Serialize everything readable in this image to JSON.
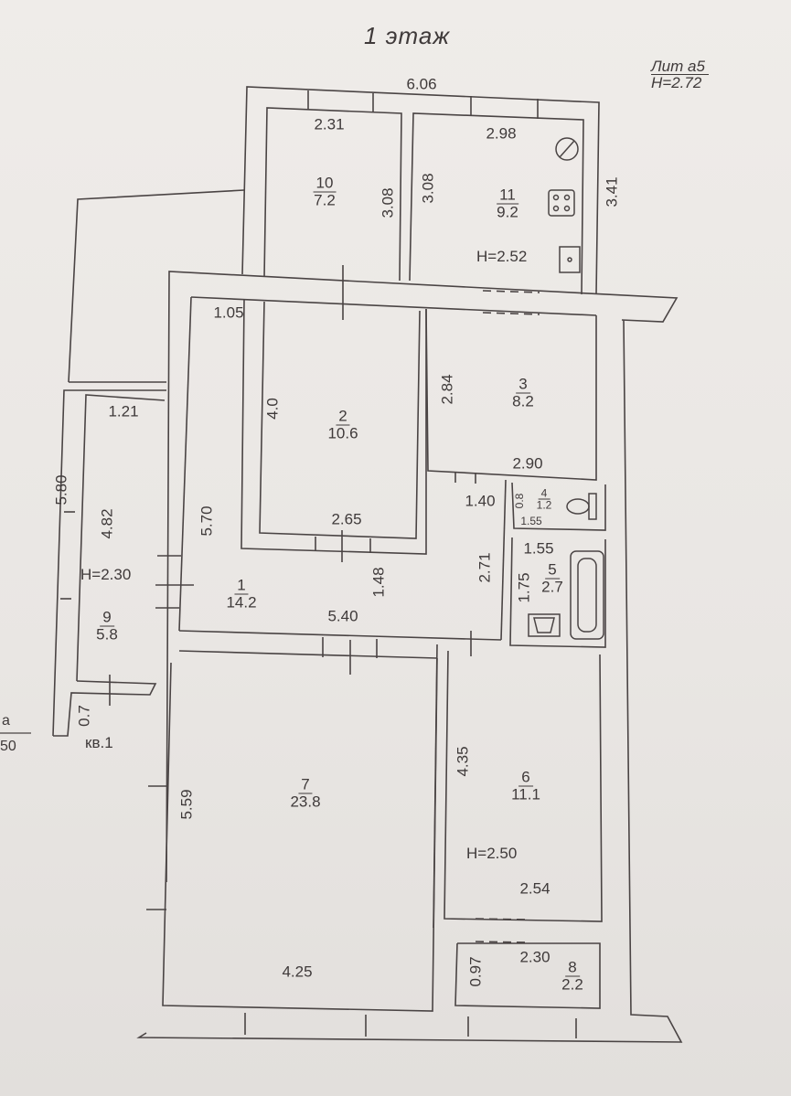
{
  "floor_title": "1 этаж",
  "lit": {
    "name": "Лит а5",
    "height": "H=2.72"
  },
  "apartment": "кв.1",
  "edge_fragment": {
    "top": "а",
    "bottom": "50"
  },
  "rooms": [
    {
      "number": "1",
      "area": "14.2"
    },
    {
      "number": "2",
      "area": "10.6"
    },
    {
      "number": "3",
      "area": "8.2"
    },
    {
      "number": "4",
      "area": "1.2"
    },
    {
      "number": "5",
      "area": "2.7"
    },
    {
      "number": "6",
      "area": "11.1"
    },
    {
      "number": "7",
      "area": "23.8"
    },
    {
      "number": "8",
      "area": "2.2"
    },
    {
      "number": "9",
      "area": "5.8"
    },
    {
      "number": "10",
      "area": "7.2"
    },
    {
      "number": "11",
      "area": "9.2"
    }
  ],
  "heights": {
    "kitchen": "H=2.52",
    "corridor": "H=2.30",
    "room6": "H=2.50"
  },
  "dimensions": {
    "overall_top": "6.06",
    "overall_right": "3.41",
    "left_total": "5.80",
    "r10_width": "2.31",
    "r10_depth": "3.08",
    "r11_depth": "3.08",
    "r11_width": "2.98",
    "corridor_top": "1.05",
    "r2_depth": "4.0",
    "r2_width": "2.65",
    "r3_depth": "2.84",
    "r3_width": "2.90",
    "r9_width": "1.21",
    "r9_depth": "4.82",
    "r1_depth": "5.70",
    "hall_width": "1.40",
    "r4_depth": "0.8",
    "r4_width": "1.55",
    "r5_width": "1.55",
    "r5_depth": "1.75",
    "hall_depth": "2.71",
    "passage": "1.48",
    "r1_width": "5.40",
    "step": "0.7",
    "r6_depth": "4.35",
    "r6_width": "2.54",
    "r7_depth": "5.59",
    "r7_width": "4.25",
    "r8_depth": "0.97",
    "r8_width": "2.30"
  }
}
